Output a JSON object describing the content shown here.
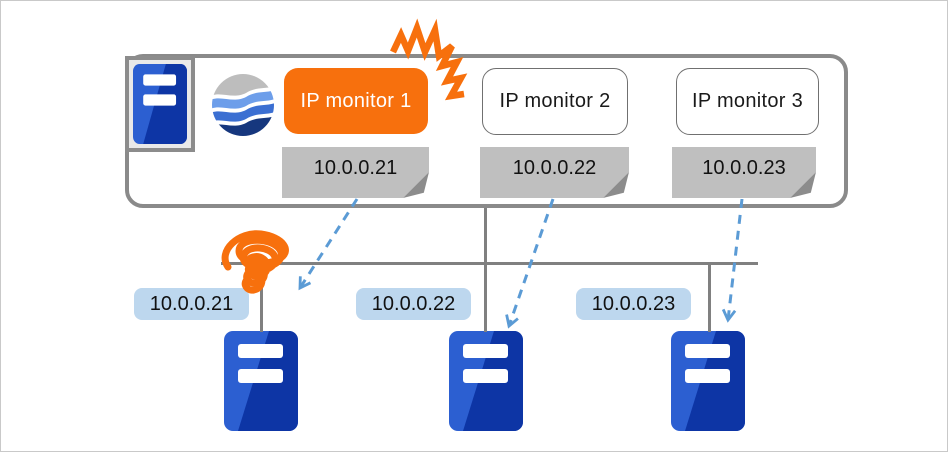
{
  "monitors": [
    {
      "label": "IP monitor 1",
      "ip": "10.0.0.21",
      "status": "error"
    },
    {
      "label": "IP monitor 2",
      "ip": "10.0.0.22",
      "status": "normal"
    },
    {
      "label": "IP monitor 3",
      "ip": "10.0.0.23",
      "status": "normal"
    }
  ],
  "hosts": [
    {
      "ip": "10.0.0.21",
      "link": "broken"
    },
    {
      "ip": "10.0.0.22",
      "link": "connected"
    },
    {
      "ip": "10.0.0.23",
      "link": "connected"
    }
  ],
  "icons": {
    "appliance": "server-icon",
    "logo": "globe-waves-logo-icon",
    "error_burst": "burst-lightning-icon",
    "broken_link": "coil-scribble-icon",
    "probe_arrows": "dashed-arrow-icon"
  },
  "colors": {
    "accent_orange": "#F7700D",
    "arrow_blue": "#5B9BD5",
    "label_blue": "#BDD7EE",
    "tag_gray": "#BFBFBF",
    "fold_gray": "#8C8C8C",
    "line_gray": "#808080",
    "srv_light": "#2C5FD1",
    "srv_dark": "#0D35A5"
  }
}
